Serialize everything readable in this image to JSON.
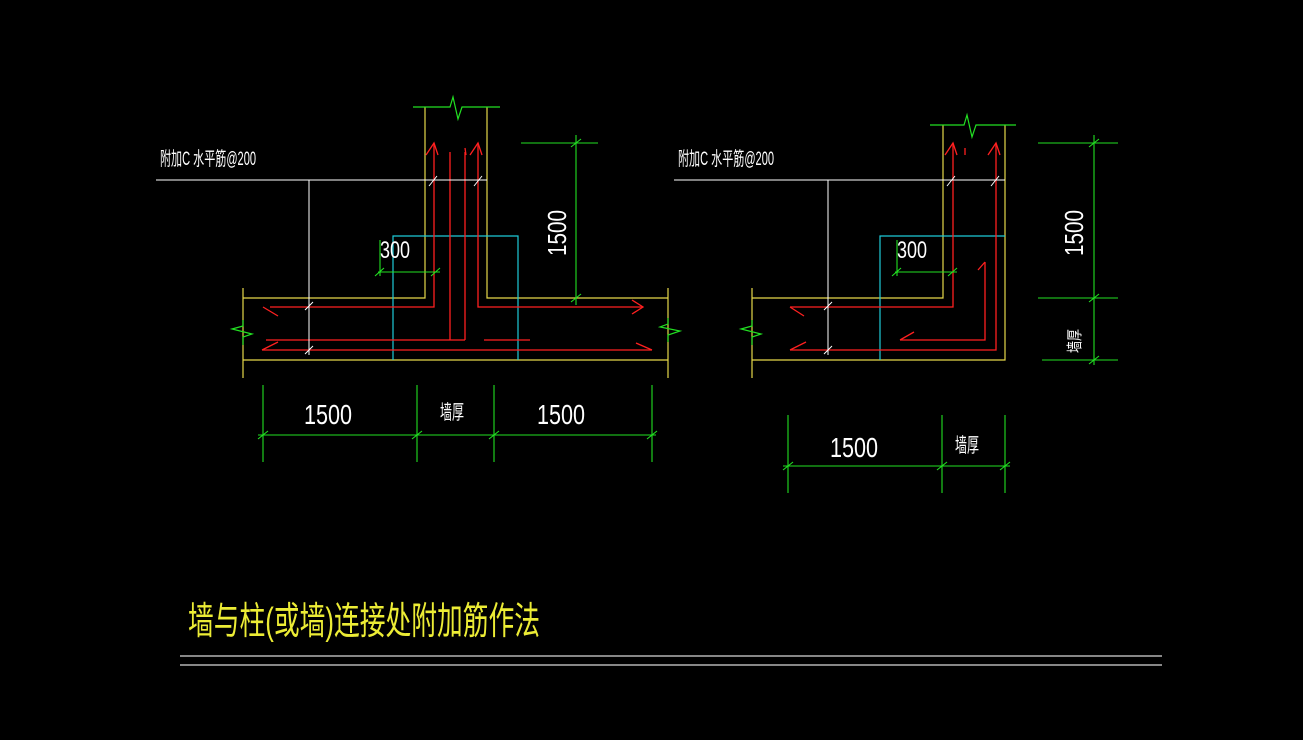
{
  "colors": {
    "background": "#000000",
    "wall": "#e6d84a",
    "rebar": "#ff2020",
    "dimension": "#22e022",
    "leader": "#ffffff",
    "zone": "#1ecad8",
    "title": "#ecec35",
    "rule": "#d8d8d8"
  },
  "left_detail": {
    "note": "附加C 水平筋@200",
    "dim_300": "300",
    "dim_1500_vertical": "1500",
    "dim_left": "1500",
    "dim_wall": "墙厚",
    "dim_right": "1500"
  },
  "right_detail": {
    "note": "附加C 水平筋@200",
    "dim_300": "300",
    "dim_1500_vertical": "1500",
    "dim_wall_vertical": "墙厚",
    "dim_left": "1500",
    "dim_wall": "墙厚"
  },
  "title": "墙与柱(或墙)连接处附加筋作法"
}
